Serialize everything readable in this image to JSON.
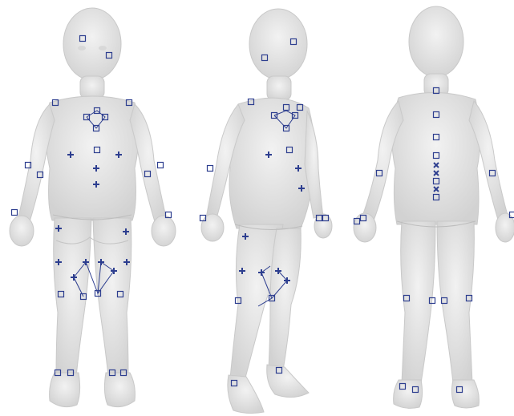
{
  "views": [
    {
      "id": "front",
      "markers": [
        {
          "shape": "square"
        },
        {
          "shape": "square"
        },
        {
          "shape": "square"
        },
        {
          "shape": "square"
        },
        {
          "shape": "square"
        },
        {
          "shape": "square"
        },
        {
          "shape": "square"
        },
        {
          "shape": "square"
        },
        {
          "shape": "plus"
        },
        {
          "shape": "square"
        },
        {
          "shape": "plus"
        },
        {
          "shape": "plus"
        },
        {
          "shape": "plus"
        },
        {
          "shape": "square"
        },
        {
          "shape": "square"
        },
        {
          "shape": "square"
        },
        {
          "shape": "square"
        },
        {
          "shape": "square"
        },
        {
          "shape": "square"
        },
        {
          "shape": "plus"
        },
        {
          "shape": "plus"
        },
        {
          "shape": "plus"
        },
        {
          "shape": "plus"
        },
        {
          "shape": "plus"
        },
        {
          "shape": "plus"
        },
        {
          "shape": "plus"
        },
        {
          "shape": "plus"
        },
        {
          "shape": "square"
        },
        {
          "shape": "square"
        },
        {
          "shape": "square"
        },
        {
          "shape": "square"
        },
        {
          "shape": "square"
        },
        {
          "shape": "square"
        },
        {
          "shape": "square"
        },
        {
          "shape": "square"
        }
      ]
    },
    {
      "id": "side",
      "markers": [
        {
          "shape": "square"
        },
        {
          "shape": "square"
        },
        {
          "shape": "square"
        },
        {
          "shape": "square"
        },
        {
          "shape": "square"
        },
        {
          "shape": "square"
        },
        {
          "shape": "square"
        },
        {
          "shape": "square"
        },
        {
          "shape": "plus"
        },
        {
          "shape": "square"
        },
        {
          "shape": "plus"
        },
        {
          "shape": "plus"
        },
        {
          "shape": "square"
        },
        {
          "shape": "square"
        },
        {
          "shape": "square"
        },
        {
          "shape": "square"
        },
        {
          "shape": "plus"
        },
        {
          "shape": "plus"
        },
        {
          "shape": "plus"
        },
        {
          "shape": "plus"
        },
        {
          "shape": "plus"
        },
        {
          "shape": "square"
        },
        {
          "shape": "square"
        },
        {
          "shape": "square"
        },
        {
          "shape": "square"
        }
      ]
    },
    {
      "id": "back",
      "markers": [
        {
          "shape": "square"
        },
        {
          "shape": "square"
        },
        {
          "shape": "square"
        },
        {
          "shape": "square"
        },
        {
          "shape": "x"
        },
        {
          "shape": "x"
        },
        {
          "shape": "square"
        },
        {
          "shape": "x"
        },
        {
          "shape": "square"
        },
        {
          "shape": "square"
        },
        {
          "shape": "square"
        },
        {
          "shape": "square"
        },
        {
          "shape": "square"
        },
        {
          "shape": "square"
        },
        {
          "shape": "square"
        },
        {
          "shape": "square"
        },
        {
          "shape": "square"
        },
        {
          "shape": "square"
        },
        {
          "shape": "square"
        },
        {
          "shape": "square"
        },
        {
          "shape": "square"
        }
      ]
    }
  ],
  "colors": {
    "marker": "#2d3e8f",
    "body_fill": "#e7e7e7",
    "body_shade": "#cfcfcf",
    "background": "#ffffff"
  }
}
